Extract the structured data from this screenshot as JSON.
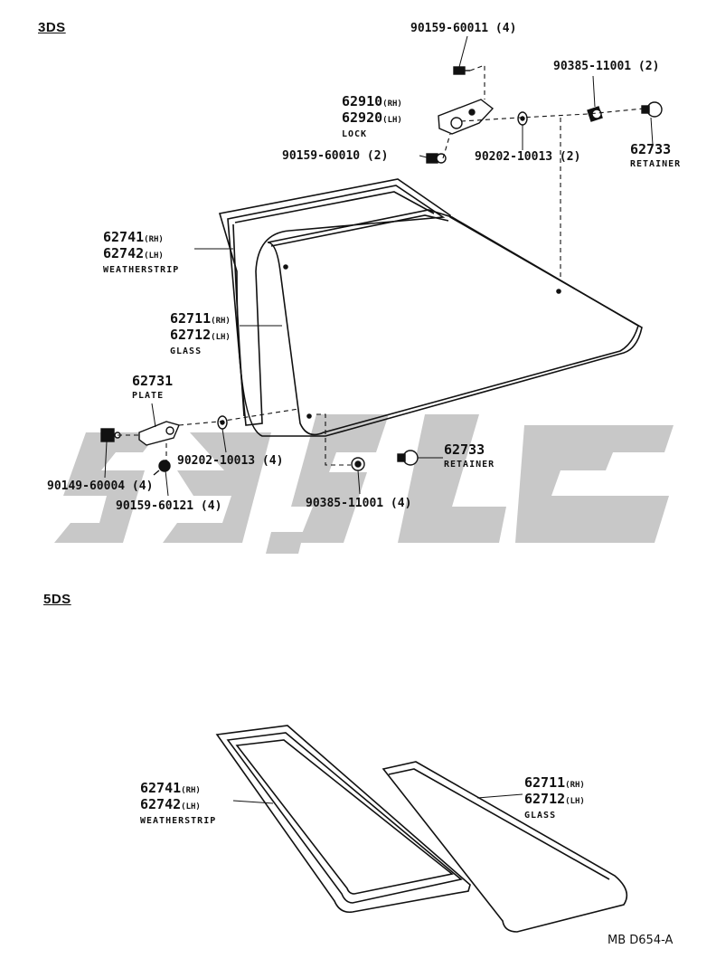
{
  "sections": {
    "threeds": "3DS",
    "fiveds": "5DS"
  },
  "labels3": {
    "screw_top": {
      "part": "90159-60011",
      "qty": "(4)"
    },
    "lock": {
      "part_rh": "62910",
      "rh": "(RH)",
      "part_lh": "62920",
      "lh": "(LH)",
      "desc": "LOCK"
    },
    "grommet_top": {
      "part": "90385-11001",
      "qty": "(2)"
    },
    "retainer_top": {
      "part": "62733",
      "desc": "RETAINER"
    },
    "screw_mid": {
      "part": "90159-60010",
      "qty": "(2)"
    },
    "washer_top": {
      "part": "90202-10013",
      "qty": "(2)"
    },
    "weatherstrip": {
      "part_rh": "62741",
      "rh": "(RH)",
      "part_lh": "62742",
      "lh": "(LH)",
      "desc": "WEATHERSTRIP"
    },
    "glass": {
      "part_rh": "62711",
      "rh": "(RH)",
      "part_lh": "62712",
      "lh": "(LH)",
      "desc": "GLASS"
    },
    "plate": {
      "part": "62731",
      "desc": "PLATE"
    },
    "washer_bottom": {
      "part": "90202-10013",
      "qty": "(4)"
    },
    "retainer_bottom": {
      "part": "62733",
      "desc": "RETAINER"
    },
    "nut": {
      "part": "90149-60004",
      "qty": "(4)"
    },
    "screw_bottom": {
      "part": "90159-60121",
      "qty": "(4)"
    },
    "grommet_bottom": {
      "part": "90385-11001",
      "qty": "(4)"
    }
  },
  "labels5": {
    "weatherstrip": {
      "part_rh": "62741",
      "rh": "(RH)",
      "part_lh": "62742",
      "lh": "(LH)",
      "desc": "WEATHERSTRIP"
    },
    "glass": {
      "part_rh": "62711",
      "rh": "(RH)",
      "part_lh": "62712",
      "lh": "(LH)",
      "desc": "GLASS"
    }
  },
  "reference": "MB D654-A",
  "watermark": {
    "color": "#c8c8c8"
  }
}
